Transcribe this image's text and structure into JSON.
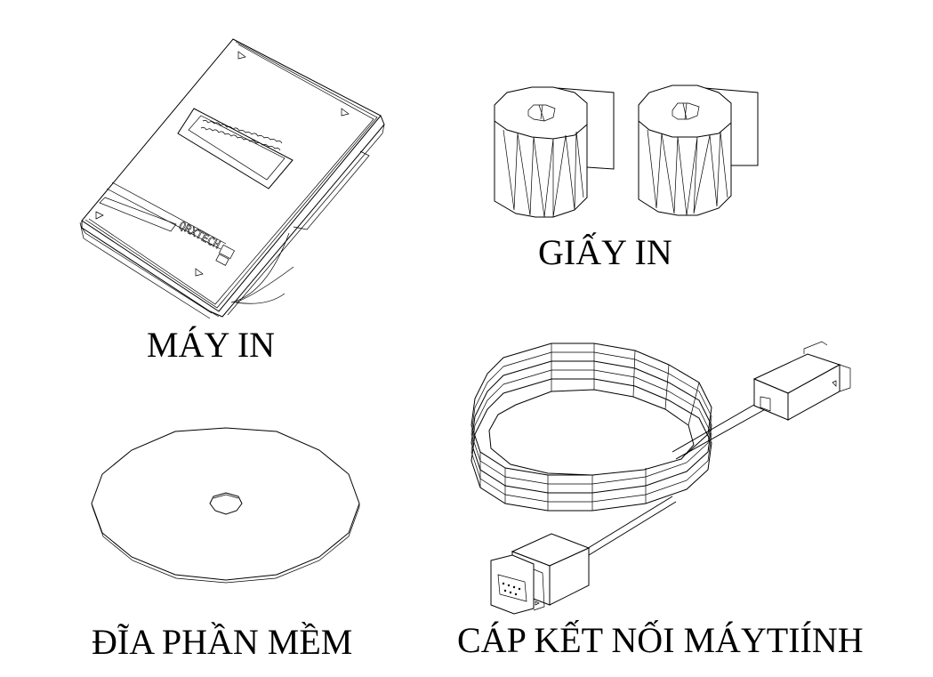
{
  "diagram": {
    "background": "#ffffff",
    "line_color": "#000000",
    "components": [
      {
        "id": "printer",
        "label": "MÁY IN",
        "icon": "thermal-printer-icon",
        "brand_text": "QRXTECH"
      },
      {
        "id": "paper",
        "label": "GIẤY IN",
        "icon": "paper-roll-icon",
        "count": 2
      },
      {
        "id": "disc",
        "label": "ĐĨA PHẦN MỀM",
        "icon": "software-disc-icon"
      },
      {
        "id": "cable",
        "label": "CÁP KẾT NỐI MÁYTIÍNH",
        "icon": "serial-cable-icon"
      }
    ]
  }
}
